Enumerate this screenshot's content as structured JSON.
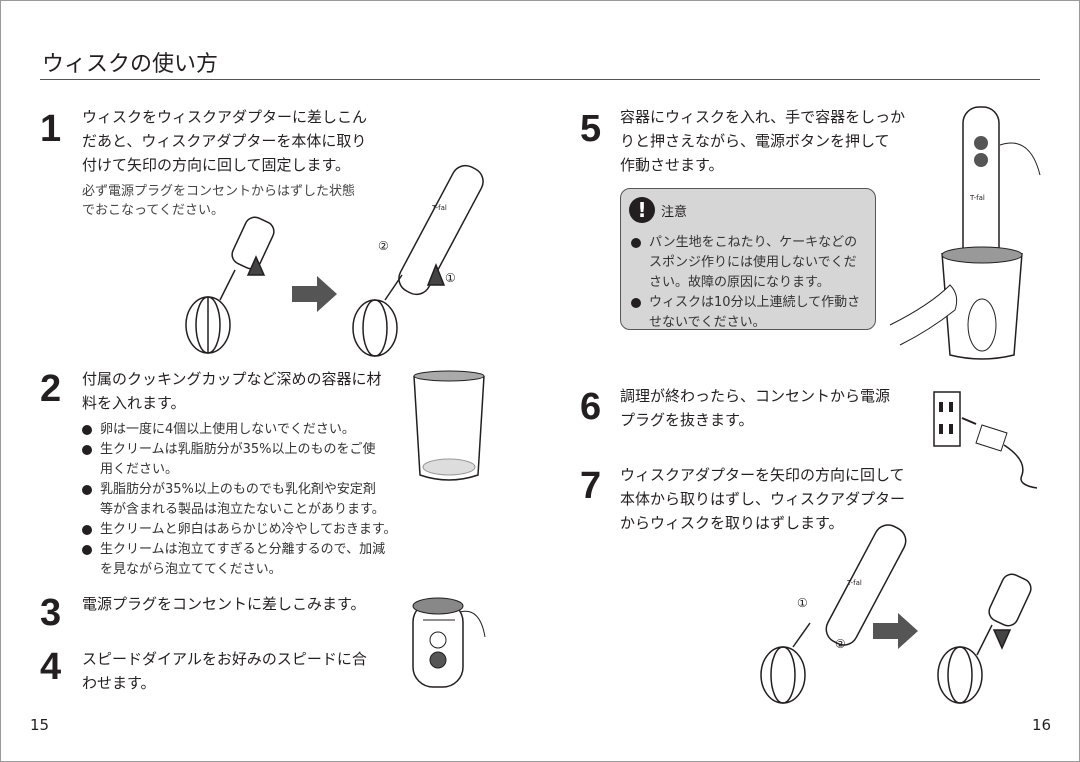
{
  "title": "ウィスクの使い方",
  "steps": [
    {
      "number": "1",
      "lines": [
        "ウィスクをウィスクアダプターに差しこん",
        "だあと、ウィスクアダプターを本体に取り",
        "付けて矢印の方向に回して固定します。"
      ],
      "note": [
        "必ず電源プラグをコンセントからはずした状態",
        "でおこなってください。"
      ]
    },
    {
      "number": "2",
      "lines": [
        "付属のクッキングカップなど深めの容器に材",
        "料を入れます。"
      ],
      "bullets": [
        [
          "卵は一度に4個以上使用しないでください。"
        ],
        [
          "生クリームは乳脂肪分が35%以上のものをご使",
          "用ください。"
        ],
        [
          "乳脂肪分が35%以上のものでも乳化剤や安定剤",
          "等が含まれる製品は泡立たないことがあります。"
        ],
        [
          "生クリームと卵白はあらかじめ冷やしておきます。"
        ],
        [
          "生クリームは泡立てすぎると分離するので、加減",
          "を見ながら泡立ててください。"
        ]
      ]
    },
    {
      "number": "3",
      "lines": [
        "電源プラグをコンセントに差しこみます。"
      ]
    },
    {
      "number": "4",
      "lines": [
        "スピードダイアルをお好みのスピードに合",
        "わせます。"
      ]
    },
    {
      "number": "5",
      "lines": [
        "容器にウィスクを入れ、手で容器をしっか",
        "りと押さえながら、電源ボタンを押して",
        "作動させます。"
      ]
    },
    {
      "number": "6",
      "lines": [
        "調理が終わったら、コンセントから電源",
        "プラグを抜きます。"
      ]
    },
    {
      "number": "7",
      "lines": [
        "ウィスクアダプターを矢印の方向に回して",
        "本体から取りはずし、ウィスクアダプター",
        "からウィスクを取りはずします。"
      ]
    }
  ],
  "caution": {
    "icon": "exclamation-icon",
    "heading": "注意",
    "bullets": [
      [
        "パン生地をこねたり、ケーキなどの",
        "スポンジ作りには使用しないでくだ",
        "さい。故障の原因になります。"
      ],
      [
        "ウィスクは10分以上連続して作動さ",
        "せないでください。"
      ]
    ]
  },
  "illustration_labels": {
    "one": "①",
    "two": "②",
    "brand": "T-fal"
  },
  "page_numbers": {
    "left": "15",
    "right": "16"
  }
}
